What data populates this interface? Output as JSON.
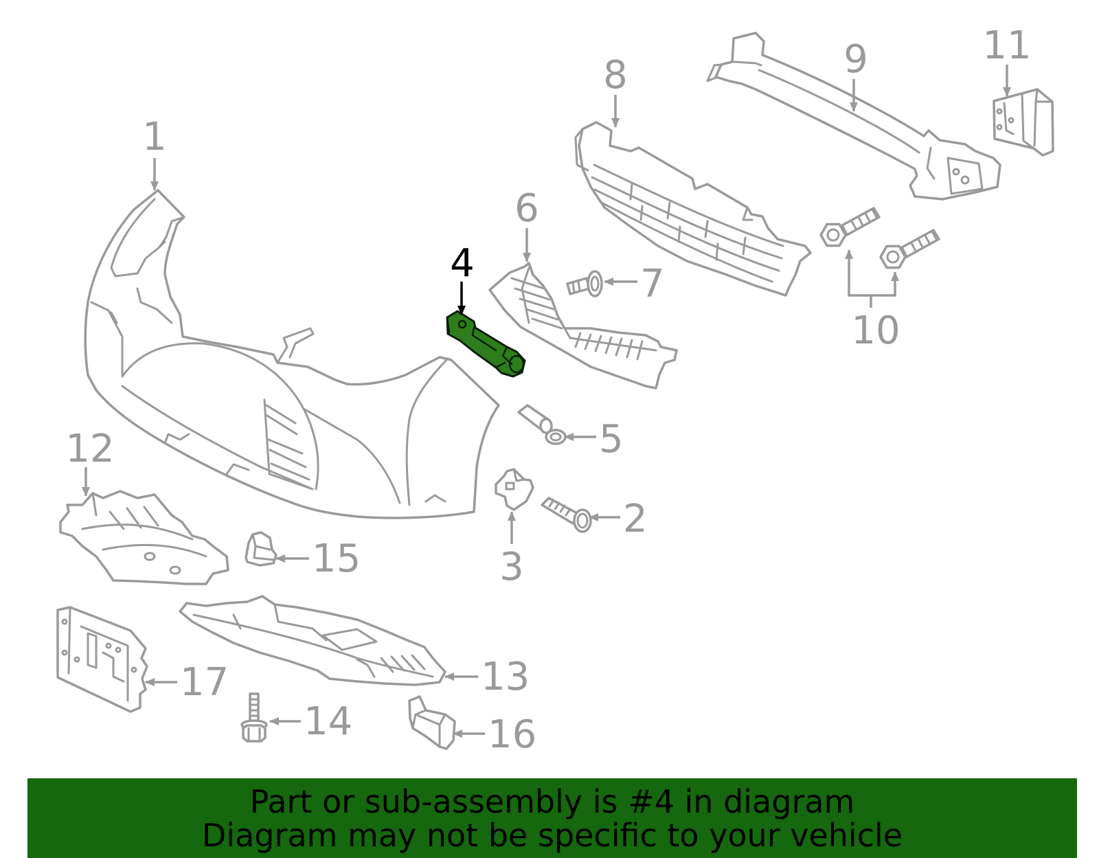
{
  "diagram": {
    "callouts": [
      {
        "number": "1",
        "highlighted": false
      },
      {
        "number": "2",
        "highlighted": false
      },
      {
        "number": "3",
        "highlighted": false
      },
      {
        "number": "4",
        "highlighted": true
      },
      {
        "number": "5",
        "highlighted": false
      },
      {
        "number": "6",
        "highlighted": false
      },
      {
        "number": "7",
        "highlighted": false
      },
      {
        "number": "8",
        "highlighted": false
      },
      {
        "number": "9",
        "highlighted": false
      },
      {
        "number": "10",
        "highlighted": false
      },
      {
        "number": "11",
        "highlighted": false
      },
      {
        "number": "12",
        "highlighted": false
      },
      {
        "number": "13",
        "highlighted": false
      },
      {
        "number": "14",
        "highlighted": false
      },
      {
        "number": "15",
        "highlighted": false
      },
      {
        "number": "16",
        "highlighted": false
      },
      {
        "number": "17",
        "highlighted": false
      }
    ]
  },
  "banner": {
    "line1": "Part or sub-assembly is #4 in diagram",
    "line2": "Diagram may not be specific to your vehicle"
  },
  "colors": {
    "line_art": "#9a9a9a",
    "label_text": "#9a9a9a",
    "highlight_fill": "#2e7d1c",
    "highlight_stroke": "#0b1f06",
    "highlight_label": "#000000",
    "banner_background": "#15680d",
    "banner_text": "#000000"
  }
}
